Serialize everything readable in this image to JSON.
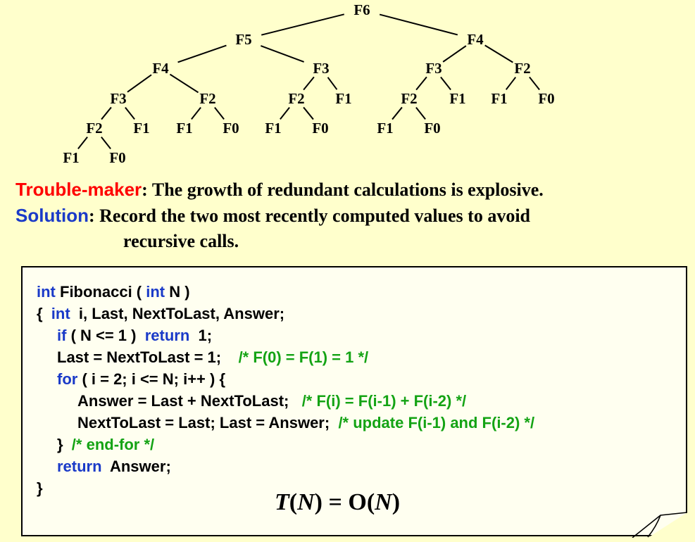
{
  "tree": {
    "nodes": [
      {
        "id": "n1",
        "label": "F6"
      },
      {
        "id": "n2",
        "label": "F5",
        "parent": "n1"
      },
      {
        "id": "n3",
        "label": "F4",
        "parent": "n1"
      },
      {
        "id": "n4",
        "label": "F4",
        "parent": "n2"
      },
      {
        "id": "n5",
        "label": "F3",
        "parent": "n2"
      },
      {
        "id": "n6",
        "label": "F3",
        "parent": "n3"
      },
      {
        "id": "n7",
        "label": "F2",
        "parent": "n3"
      },
      {
        "id": "n8",
        "label": "F3",
        "parent": "n4"
      },
      {
        "id": "n9",
        "label": "F2",
        "parent": "n4"
      },
      {
        "id": "n10",
        "label": "F2",
        "parent": "n5"
      },
      {
        "id": "n11",
        "label": "F1",
        "parent": "n5"
      },
      {
        "id": "n12",
        "label": "F2",
        "parent": "n6"
      },
      {
        "id": "n13",
        "label": "F1",
        "parent": "n6"
      },
      {
        "id": "n14",
        "label": "F1",
        "parent": "n7"
      },
      {
        "id": "n15",
        "label": "F0",
        "parent": "n7"
      },
      {
        "id": "n16",
        "label": "F2",
        "parent": "n8"
      },
      {
        "id": "n17",
        "label": "F1",
        "parent": "n8"
      },
      {
        "id": "n18",
        "label": "F1",
        "parent": "n9"
      },
      {
        "id": "n19",
        "label": "F0",
        "parent": "n9"
      },
      {
        "id": "n20",
        "label": "F1",
        "parent": "n10"
      },
      {
        "id": "n21",
        "label": "F0",
        "parent": "n10"
      },
      {
        "id": "n22",
        "label": "F1",
        "parent": "n12"
      },
      {
        "id": "n23",
        "label": "F0",
        "parent": "n12"
      },
      {
        "id": "n24",
        "label": "F1",
        "parent": "n16"
      },
      {
        "id": "n25",
        "label": "F0",
        "parent": "n16"
      }
    ]
  },
  "text": {
    "trouble_label": "Trouble-maker",
    "trouble_text": ":  The growth of redundant calculations is explosive.",
    "solution_label": "Solution",
    "solution_text": ":  Record the two most recently computed values to avoid",
    "solution_text2": "recursive calls.",
    "colors": {
      "trouble": "#ff0000",
      "solution": "#1a3ac8",
      "keyword": "#1a3ac8",
      "comment": "#14a314"
    }
  },
  "code": {
    "l1_kw1": "int",
    "l1_a": " Fibonacci ( ",
    "l1_kw2": "int",
    "l1_b": " N )",
    "l2_a": "{  ",
    "l2_kw": "int",
    "l2_b": "  i, Last, NextToLast, Answer;",
    "l3_kw1": "if",
    "l3_a": " ( N <= 1 )  ",
    "l3_kw2": "return",
    "l3_b": "  1;",
    "l4_a": "Last = NextToLast = 1;    ",
    "l4_cm": "/* F(0) = F(1) = 1 */",
    "l5_kw": "for",
    "l5_a": " ( i = 2; i <= N; i++ ) {",
    "l6_a": "Answer = Last + NextToLast;   ",
    "l6_cm": "/* F(i) = F(i-1) + F(i-2) */",
    "l7_a": "NextToLast = Last; Last = Answer;  ",
    "l7_cm": "/* update F(i-1) and F(i-2) */",
    "l8_a": "}  ",
    "l8_cm": "/* end-for */",
    "l9_kw": "return",
    "l9_a": "  Answer;",
    "l10_a": "}",
    "complexity_T": "T",
    "complexity_p1": "(",
    "complexity_N1": "N",
    "complexity_p2": ") = O(",
    "complexity_N2": "N",
    "complexity_p3": ")"
  }
}
